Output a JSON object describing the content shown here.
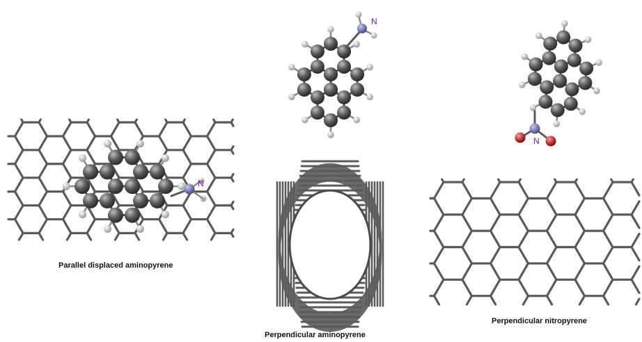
{
  "panels": {
    "parallel_aminopyrene": {
      "caption": "Parallel displaced aminopyrene",
      "nitrogen_label": "N"
    },
    "perpendicular_aminopyrene": {
      "caption": "Perpendicular aminopyrene",
      "nitrogen_label": "N"
    },
    "perpendicular_nitropyrene": {
      "caption": "Perpendicular nitropyrene",
      "nitrogen_label": "N"
    }
  },
  "colors": {
    "bond": "#5a5a5a",
    "carbon": "#555555",
    "hydrogen": "#cfcfcf",
    "nitrogen": "#6a6aa8",
    "oxygen": "#c01818",
    "label": "#6a1fa8"
  }
}
